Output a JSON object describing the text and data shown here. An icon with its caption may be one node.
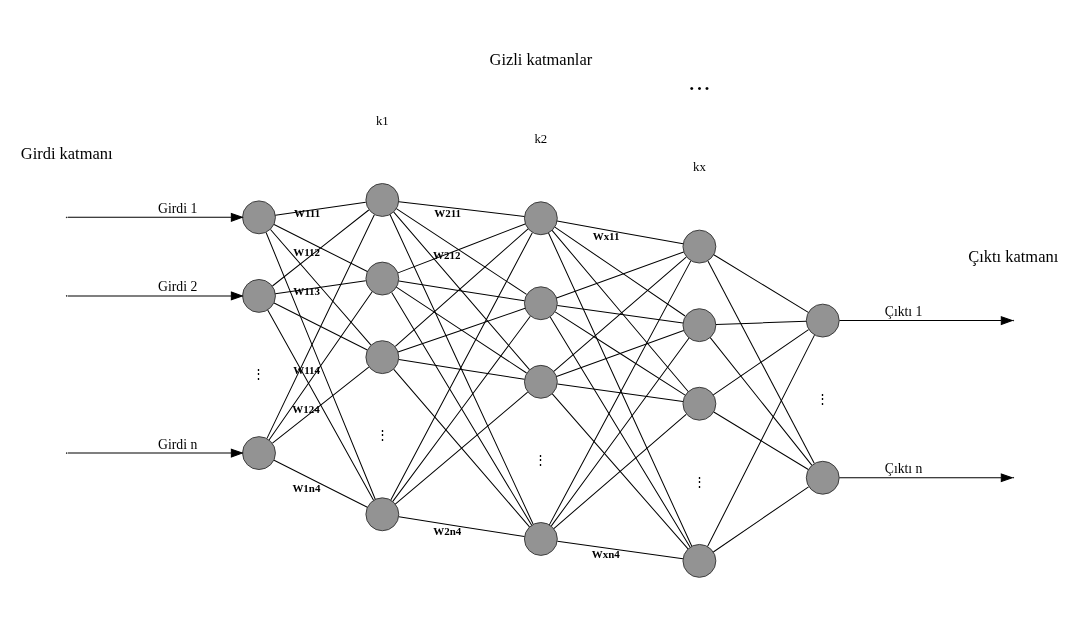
{
  "diagram": {
    "nodes": [
      {
        "text": [],
        "shape": "circle"
      },
      {
        "text": [],
        "shape": "circle"
      },
      {
        "text": [],
        "shape": "circle"
      },
      {
        "text": [],
        "shape": "circle"
      },
      {
        "text": [],
        "shape": "circle"
      },
      {
        "text": [],
        "shape": "circle"
      },
      {
        "text": [],
        "shape": "circle"
      },
      {
        "text": [],
        "shape": "circle"
      },
      {
        "text": [],
        "shape": "circle"
      },
      {
        "text": [],
        "shape": "circle"
      },
      {
        "text": [],
        "shape": "circle"
      },
      {
        "text": [],
        "shape": "circle"
      },
      {
        "text": [],
        "shape": "circle"
      },
      {
        "text": [],
        "shape": "circle"
      },
      {
        "text": [],
        "shape": "circle"
      },
      {
        "text": [],
        "shape": "circle"
      },
      {
        "text": [],
        "shape": "circle"
      }
    ],
    "edges": [
      {
        "from": null,
        "to": 0,
        "arrow": "to",
        "label": "Girdi 1"
      },
      {
        "from": null,
        "to": 1,
        "arrow": "to",
        "label": "Girdi 2"
      },
      {
        "from": null,
        "to": 2,
        "arrow": "to",
        "label": "Girdi n"
      },
      {
        "from": 0,
        "to": 3,
        "arrow": "none",
        "label": "W111"
      },
      {
        "from": 0,
        "to": 4,
        "arrow": "none",
        "label": "W112"
      },
      {
        "from": 0,
        "to": 5,
        "arrow": "none",
        "label": "W113"
      },
      {
        "from": 0,
        "to": 6,
        "arrow": "none",
        "label": "W114"
      },
      {
        "from": 1,
        "to": 3,
        "arrow": "none"
      },
      {
        "from": 1,
        "to": 4,
        "arrow": "none"
      },
      {
        "from": 1,
        "to": 5,
        "arrow": "none"
      },
      {
        "from": 1,
        "to": 6,
        "arrow": "none",
        "label": "W124"
      },
      {
        "from": 2,
        "to": 3,
        "arrow": "none"
      },
      {
        "from": 2,
        "to": 4,
        "arrow": "none"
      },
      {
        "from": 2,
        "to": 5,
        "arrow": "none"
      },
      {
        "from": 2,
        "to": 6,
        "arrow": "none",
        "label": "W1n4"
      },
      {
        "from": 3,
        "to": 7,
        "arrow": "none",
        "label": "W211"
      },
      {
        "from": 3,
        "to": 8,
        "arrow": "none",
        "label": "W212"
      },
      {
        "from": 3,
        "to": 9,
        "arrow": "none"
      },
      {
        "from": 3,
        "to": 10,
        "arrow": "none"
      },
      {
        "from": 4,
        "to": 7,
        "arrow": "none"
      },
      {
        "from": 4,
        "to": 8,
        "arrow": "none"
      },
      {
        "from": 4,
        "to": 9,
        "arrow": "none"
      },
      {
        "from": 4,
        "to": 10,
        "arrow": "none"
      },
      {
        "from": 5,
        "to": 7,
        "arrow": "none"
      },
      {
        "from": 5,
        "to": 8,
        "arrow": "none"
      },
      {
        "from": 5,
        "to": 9,
        "arrow": "none"
      },
      {
        "from": 5,
        "to": 10,
        "arrow": "none"
      },
      {
        "from": 6,
        "to": 7,
        "arrow": "none"
      },
      {
        "from": 6,
        "to": 8,
        "arrow": "none"
      },
      {
        "from": 6,
        "to": 9,
        "arrow": "none"
      },
      {
        "from": 6,
        "to": 10,
        "arrow": "none",
        "label": "W2n4"
      },
      {
        "from": 7,
        "to": 11,
        "arrow": "none",
        "label": "Wx11"
      },
      {
        "from": 7,
        "to": 12,
        "arrow": "none"
      },
      {
        "from": 7,
        "to": 13,
        "arrow": "none"
      },
      {
        "from": 7,
        "to": 14,
        "arrow": "none"
      },
      {
        "from": 8,
        "to": 11,
        "arrow": "none"
      },
      {
        "from": 8,
        "to": 12,
        "arrow": "none"
      },
      {
        "from": 8,
        "to": 13,
        "arrow": "none"
      },
      {
        "from": 8,
        "to": 14,
        "arrow": "none"
      },
      {
        "from": 9,
        "to": 11,
        "arrow": "none"
      },
      {
        "from": 9,
        "to": 12,
        "arrow": "none"
      },
      {
        "from": 9,
        "to": 13,
        "arrow": "none"
      },
      {
        "from": 9,
        "to": 14,
        "arrow": "none"
      },
      {
        "from": 10,
        "to": 11,
        "arrow": "none"
      },
      {
        "from": 10,
        "to": 12,
        "arrow": "none"
      },
      {
        "from": 10,
        "to": 13,
        "arrow": "none"
      },
      {
        "from": 10,
        "to": 14,
        "arrow": "none",
        "label": "Wxn4"
      },
      {
        "from": 11,
        "to": 15,
        "arrow": "none"
      },
      {
        "from": 11,
        "to": 16,
        "arrow": "none"
      },
      {
        "from": 12,
        "to": 15,
        "arrow": "none"
      },
      {
        "from": 12,
        "to": 16,
        "arrow": "none"
      },
      {
        "from": 13,
        "to": 15,
        "arrow": "none"
      },
      {
        "from": 13,
        "to": 16,
        "arrow": "none"
      },
      {
        "from": 14,
        "to": 15,
        "arrow": "none"
      },
      {
        "from": 14,
        "to": 16,
        "arrow": "none"
      },
      {
        "from": 15,
        "to": null,
        "arrow": "to",
        "label": "Çıktı 1"
      },
      {
        "from": 16,
        "to": null,
        "arrow": "to",
        "label": "Çıktı n"
      }
    ],
    "labels": [
      "Girdi katmanı",
      "Gizli katmanlar",
      "Çıktı katmanı",
      "k1",
      "k2",
      "• • •",
      "kx",
      "⋮",
      "⋮",
      "⋮",
      "⋮",
      "⋮"
    ]
  }
}
